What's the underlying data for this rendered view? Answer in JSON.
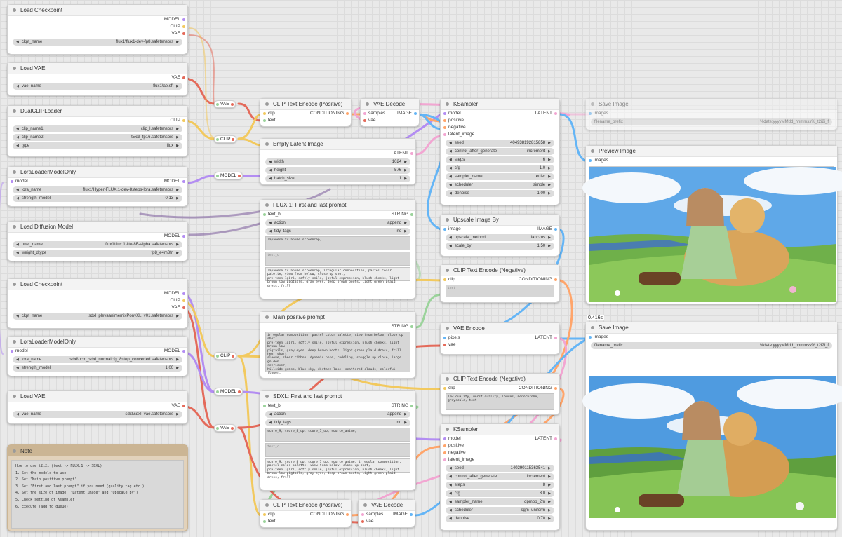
{
  "app": {
    "theme_colors": {
      "model": "#b38df2",
      "clip": "#f2c95e",
      "vae": "#e46a5a",
      "conditioning": "#ffa56b",
      "latent": "#f2a6d2",
      "image": "#64b5f6",
      "string": "#9bd39b"
    }
  },
  "reroutes": [
    "VAE",
    "CLIP",
    "MODEL",
    "CLIP",
    "MODEL",
    "VAE"
  ],
  "nodes": {
    "lc1": {
      "title": "Load Checkpoint",
      "outputs": [
        "MODEL",
        "CLIP",
        "VAE"
      ],
      "widgets": [
        {
          "l": "ckpt_name",
          "v": "flux1\\flux1-dev-fp8.safetensors"
        }
      ]
    },
    "lv1": {
      "title": "Load VAE",
      "outputs": [
        "VAE"
      ],
      "widgets": [
        {
          "l": "vae_name",
          "v": "flux1\\ae.sft"
        }
      ]
    },
    "dual": {
      "title": "DualCLIPLoader",
      "outputs": [
        "CLIP"
      ],
      "widgets": [
        {
          "l": "clip_name1",
          "v": "clip_l.safetensors"
        },
        {
          "l": "clip_name2",
          "v": "t5xxl_fp16.safetensors"
        },
        {
          "l": "type",
          "v": "flux"
        }
      ]
    },
    "lora1": {
      "title": "LoraLoaderModelOnly",
      "inputs": [
        "model"
      ],
      "outputs": [
        "MODEL"
      ],
      "widgets": [
        {
          "l": "lora_name",
          "v": "flux1\\Hyper-FLUX.1-dev-8steps-lora.safetensors"
        },
        {
          "l": "strength_model",
          "v": "0.13"
        }
      ]
    },
    "ldm": {
      "title": "Load Diffusion Model",
      "outputs": [
        "MODEL"
      ],
      "widgets": [
        {
          "l": "unet_name",
          "v": "flux1\\flux.1-lite-8B-alpha.safetensors"
        },
        {
          "l": "weight_dtype",
          "v": "fp8_e4m3fn"
        }
      ]
    },
    "lc2": {
      "title": "Load Checkpoint",
      "outputs": [
        "MODEL",
        "CLIP",
        "VAE"
      ],
      "widgets": [
        {
          "l": "ckpt_name",
          "v": "sdxl_plevaanimemixPonyXL_v01.safetensors"
        }
      ]
    },
    "lora2": {
      "title": "LoraLoaderModelOnly",
      "inputs": [
        "model"
      ],
      "outputs": [
        "MODEL"
      ],
      "widgets": [
        {
          "l": "lora_name",
          "v": "sdxl\\pcm_sdxl_normalcfg_8step_converted.safetensors"
        },
        {
          "l": "strength_model",
          "v": "1.00"
        }
      ]
    },
    "lv2": {
      "title": "Load VAE",
      "outputs": [
        "VAE"
      ],
      "widgets": [
        {
          "l": "vae_name",
          "v": "sdxl\\sdxl_vae.safetensors"
        }
      ]
    },
    "cte1": {
      "title": "CLIP Text Encode (Positive)",
      "inputs": [
        "clip",
        "text"
      ],
      "outputs": [
        "CONDITIONING"
      ]
    },
    "vd1": {
      "title": "VAE Decode",
      "inputs": [
        "samples",
        "vae"
      ],
      "outputs": [
        "IMAGE"
      ]
    },
    "ks1": {
      "title": "KSampler",
      "inputs": [
        "model",
        "positive",
        "negative",
        "latent_image"
      ],
      "outputs": [
        "LATENT"
      ],
      "widgets": [
        {
          "l": "seed",
          "v": "404938192815858"
        },
        {
          "l": "control_after_generate",
          "v": "increment"
        },
        {
          "l": "steps",
          "v": "6"
        },
        {
          "l": "cfg",
          "v": "1.0"
        },
        {
          "l": "sampler_name",
          "v": "euler"
        },
        {
          "l": "scheduler",
          "v": "simple"
        },
        {
          "l": "denoise",
          "v": "1.00"
        }
      ]
    },
    "save1": {
      "title": "Save Image",
      "inputs": [
        "images"
      ],
      "widgets": [
        {
          "l": "filename_prefix",
          "v": "%date:yyyyMMdd_hhmmss%_t2i2i_f"
        }
      ]
    },
    "eli": {
      "title": "Empty Latent Image",
      "outputs": [
        "LATENT"
      ],
      "widgets": [
        {
          "l": "width",
          "v": "1024"
        },
        {
          "l": "height",
          "v": "576"
        },
        {
          "l": "batch_size",
          "v": "1"
        }
      ]
    },
    "prev": {
      "title": "Preview Image",
      "inputs": [
        "images"
      ]
    },
    "flux": {
      "title": "FLUX.1: First and last prompt",
      "inputs": [
        "text_b"
      ],
      "outputs": [
        "STRING"
      ],
      "widgets": [
        {
          "l": "action",
          "v": "append"
        },
        {
          "l": "tidy_tags",
          "v": "no"
        }
      ],
      "text_a": "Japanese tv anime screencap,",
      "text_c": "text_c",
      "preview": "Japanese tv anime screencap, irregular composition, pastel color palette, view from below, close up shot,\npre-teen 1girl, softly smile, joyful expression, blush cheeks, light brown low pigtails, gray eyes, deep brown boots, light green plaid dress, frill"
    },
    "upscale": {
      "title": "Upscale Image By",
      "inputs": [
        "image"
      ],
      "outputs": [
        "IMAGE"
      ],
      "widgets": [
        {
          "l": "upscale_method",
          "v": "lanczos"
        },
        {
          "l": "scale_by",
          "v": "1.50"
        }
      ]
    },
    "cten1": {
      "title": "CLIP Text Encode (Negative)",
      "inputs": [
        "clip"
      ],
      "outputs": [
        "CONDITIONING"
      ],
      "text": "text"
    },
    "main": {
      "title": "Main positive prompt",
      "outputs": [
        "STRING"
      ],
      "text": "irregular composition, pastel color palette, view from below, close up shot,\npre-teen 1girl, softly smile, joyful expression, blush cheeks, light brown low\npigtails, gray eyes, deep brown boots, light green plaid dress, frill hem, short\nsleeve, sheer ribbon, dynamic pose, cuddling, snuggle up close, large golden\nretriever,\nhillside grass, blue sky, distant lake, scattered clouds, colorful flower,"
    },
    "ve": {
      "title": "VAE Encode",
      "inputs": [
        "pixels",
        "vae"
      ],
      "outputs": [
        "LATENT"
      ]
    },
    "time": "0.416s",
    "save2": {
      "title": "Save Image",
      "inputs": [
        "images"
      ],
      "widgets": [
        {
          "l": "filename_prefix",
          "v": "%date:yyyyMMdd_hhmmss%_t2i2i_f"
        }
      ]
    },
    "cten2": {
      "title": "CLIP Text Encode (Negative)",
      "inputs": [
        "clip"
      ],
      "outputs": [
        "CONDITIONING"
      ],
      "text": "low quality, worst quality, lowres, monochrome, greyscale, text"
    },
    "sdxl": {
      "title": "SDXL: First and last prompt",
      "inputs": [
        "text_b"
      ],
      "outputs": [
        "STRING"
      ],
      "widgets": [
        {
          "l": "action",
          "v": "append"
        },
        {
          "l": "tidy_tags",
          "v": "no"
        }
      ],
      "text_a": "score_9, score_8_up, score_7_up, source_anime,",
      "text_c": "text_c",
      "preview": "score_9, score_8_up, score_7_up, source_anime, irregular composition, pastel color palette, view from below, close up shot,\npre-teen 1girl, softly smile, joyful expression, blush cheeks, light brown low pigtails, gray eyes, deep brown boots, light green plaid dress, frill"
    },
    "ks2": {
      "title": "KSampler",
      "inputs": [
        "model",
        "positive",
        "negative",
        "latent_image"
      ],
      "outputs": [
        "LATENT"
      ],
      "widgets": [
        {
          "l": "seed",
          "v": "140290115363541"
        },
        {
          "l": "control_after_generate",
          "v": "increment"
        },
        {
          "l": "steps",
          "v": "8"
        },
        {
          "l": "cfg",
          "v": "3.0"
        },
        {
          "l": "sampler_name",
          "v": "dpmpp_2m"
        },
        {
          "l": "scheduler",
          "v": "sgm_uniform"
        },
        {
          "l": "denoise",
          "v": "0.70"
        }
      ]
    },
    "cte2": {
      "title": "CLIP Text Encode (Positive)",
      "inputs": [
        "clip",
        "text"
      ],
      "outputs": [
        "CONDITIONING"
      ]
    },
    "vd2": {
      "title": "VAE Decode",
      "inputs": [
        "samples",
        "vae"
      ],
      "outputs": [
        "IMAGE"
      ]
    }
  },
  "note": {
    "title": "Note",
    "body": "How to use t2i2i (text -> FLUX.1 -> SDXL)\n1. Set the models to use\n2. Set \"Main positive prompt\"\n3. Set \"First and last prompt\" if you need (quality tag etc.)\n4. Set the size of image (\"Latent image\" and \"Upscale by\")\n5. Check setting of Ksampler\n6. Execute (add to queue)"
  }
}
